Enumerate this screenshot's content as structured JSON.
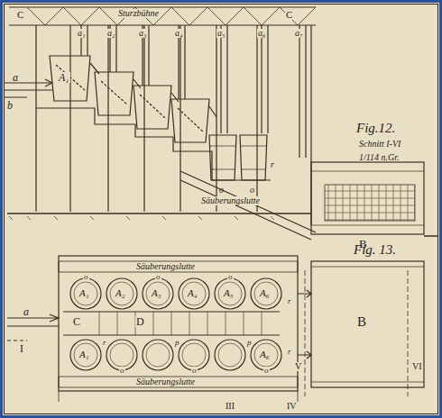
{
  "diagram": {
    "labels": [
      "C",
      "Sturzbühne",
      "C",
      "a₁",
      "a₂",
      "a₃",
      "a₄",
      "a₅",
      "a₆",
      "a₇",
      "a",
      "b",
      "A₁",
      "Fig.12.",
      "Schnitt I-VI",
      "1/114 n.Gr.",
      "o",
      "o",
      "r",
      "Säuberungslutte",
      "B",
      "Säuberungslutte",
      "Fig. 13.",
      "A₁",
      "A₂",
      "A₃",
      "A₄",
      "A₅",
      "A₆",
      "C",
      "D",
      "a",
      "I",
      "A₁",
      "A₆",
      "Säuberungslutte",
      "B",
      "V",
      "VI",
      "III",
      "IV",
      "o",
      "o",
      "o",
      "o",
      "r",
      "p",
      "p",
      "r",
      "r",
      "o",
      "o"
    ]
  }
}
